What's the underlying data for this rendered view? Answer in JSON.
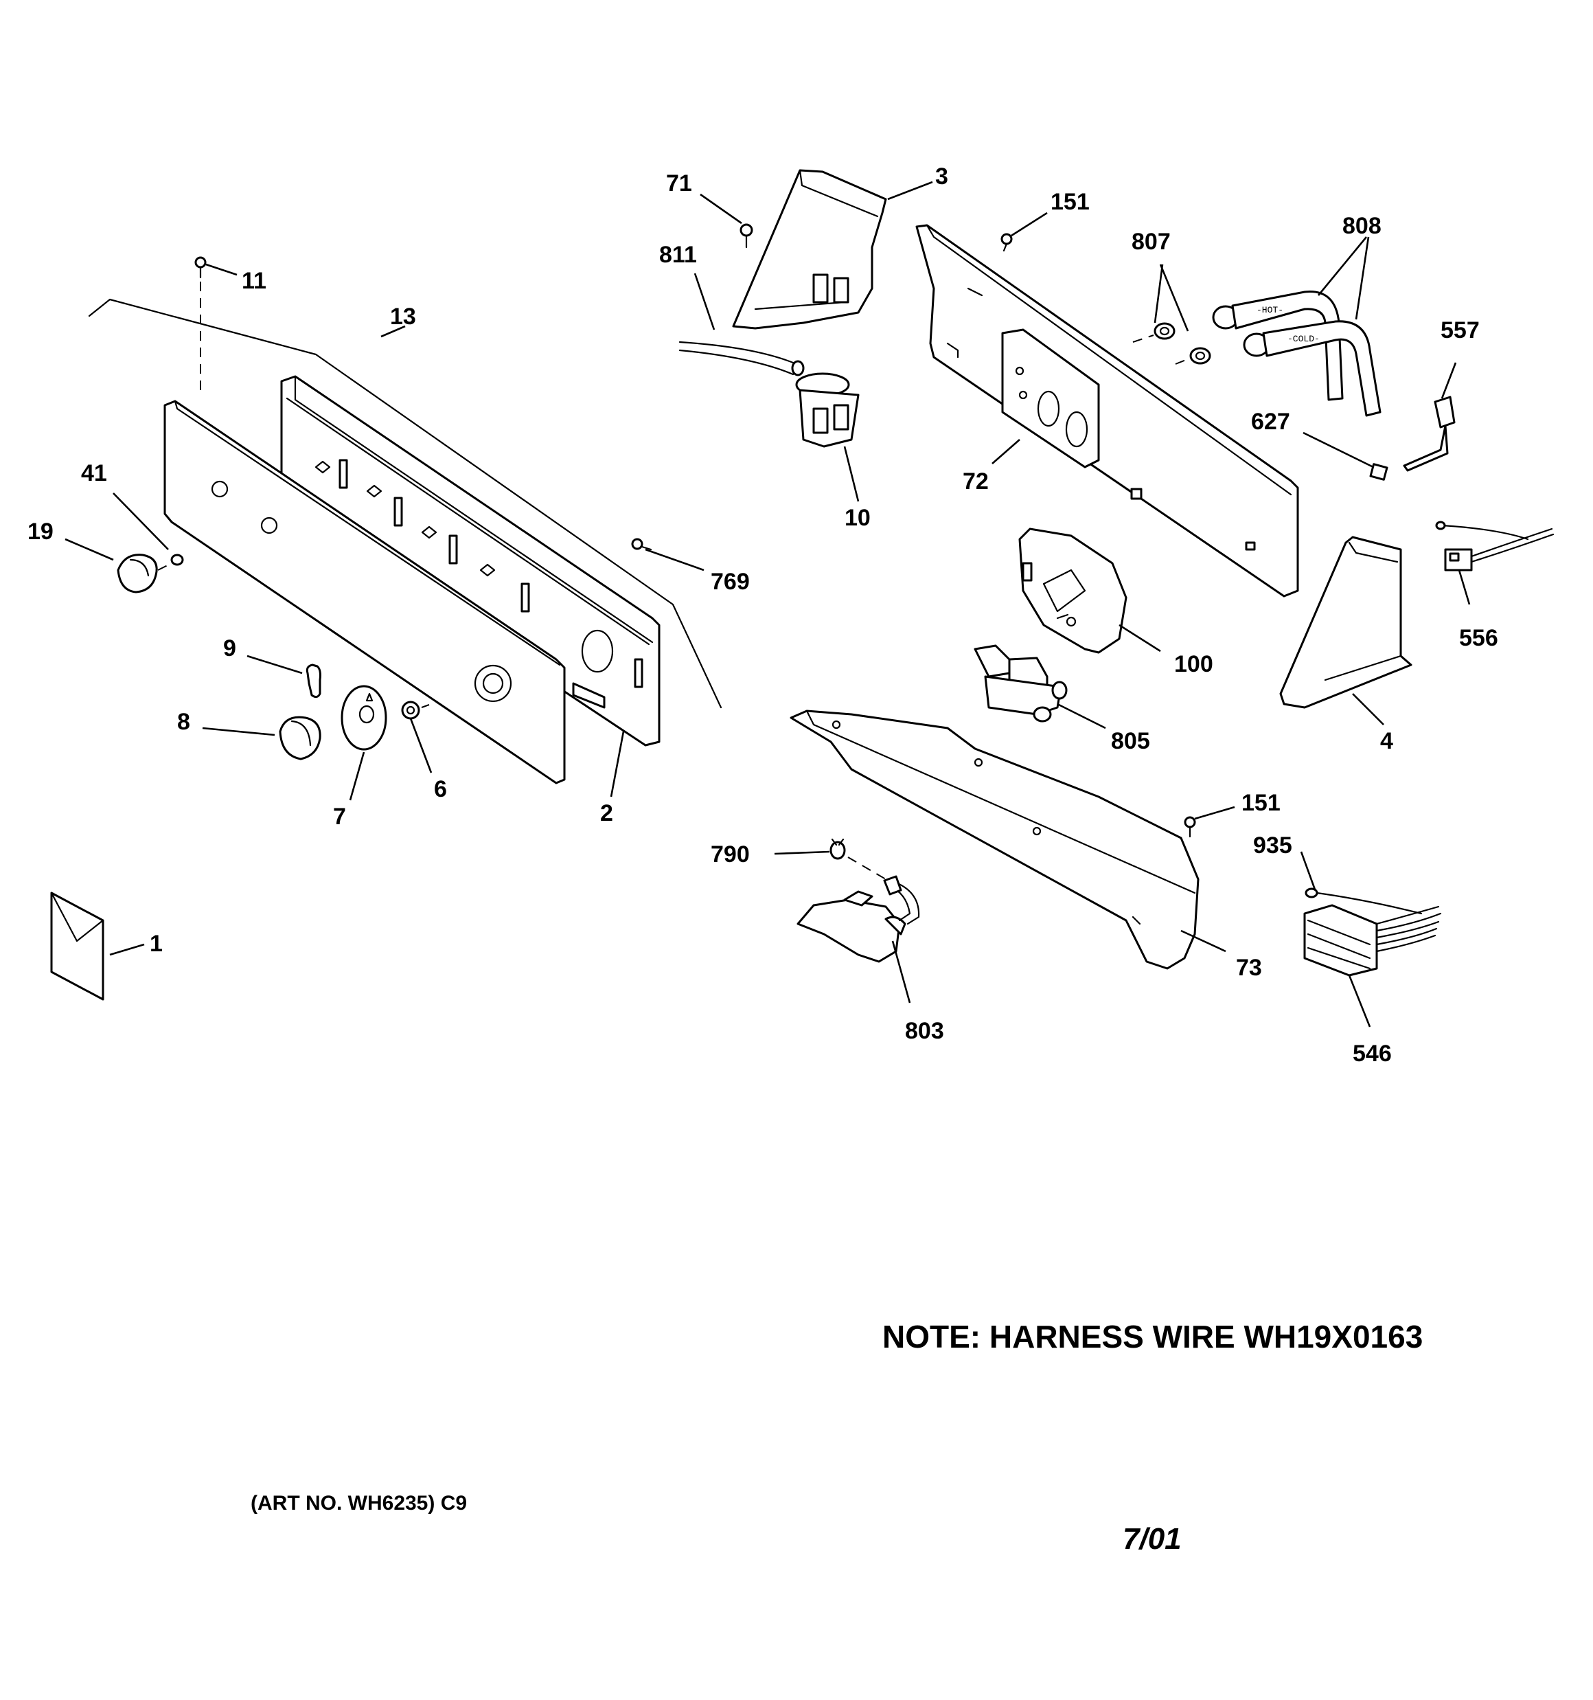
{
  "diagram": {
    "callouts": [
      {
        "id": "1",
        "label": "1"
      },
      {
        "id": "2",
        "label": "2"
      },
      {
        "id": "3",
        "label": "3"
      },
      {
        "id": "4",
        "label": "4"
      },
      {
        "id": "6",
        "label": "6"
      },
      {
        "id": "7",
        "label": "7"
      },
      {
        "id": "8",
        "label": "8"
      },
      {
        "id": "9",
        "label": "9"
      },
      {
        "id": "10",
        "label": "10"
      },
      {
        "id": "11",
        "label": "11"
      },
      {
        "id": "13",
        "label": "13"
      },
      {
        "id": "19",
        "label": "19"
      },
      {
        "id": "41",
        "label": "41"
      },
      {
        "id": "71",
        "label": "71"
      },
      {
        "id": "72",
        "label": "72"
      },
      {
        "id": "73",
        "label": "73"
      },
      {
        "id": "100",
        "label": "100"
      },
      {
        "id": "151a",
        "label": "151"
      },
      {
        "id": "151b",
        "label": "151"
      },
      {
        "id": "546",
        "label": "546"
      },
      {
        "id": "556",
        "label": "556"
      },
      {
        "id": "557",
        "label": "557"
      },
      {
        "id": "627",
        "label": "627"
      },
      {
        "id": "769",
        "label": "769"
      },
      {
        "id": "790",
        "label": "790"
      },
      {
        "id": "803",
        "label": "803"
      },
      {
        "id": "805",
        "label": "805"
      },
      {
        "id": "807",
        "label": "807"
      },
      {
        "id": "808",
        "label": "808"
      },
      {
        "id": "811",
        "label": "811"
      },
      {
        "id": "935",
        "label": "935"
      }
    ],
    "hose_labels": {
      "hot": "-HOT-",
      "cold": "-COLD-"
    },
    "note": "NOTE: HARNESS WIRE WH19X0163",
    "art_no": "(ART NO. WH6235) C9",
    "date": "7/01"
  }
}
